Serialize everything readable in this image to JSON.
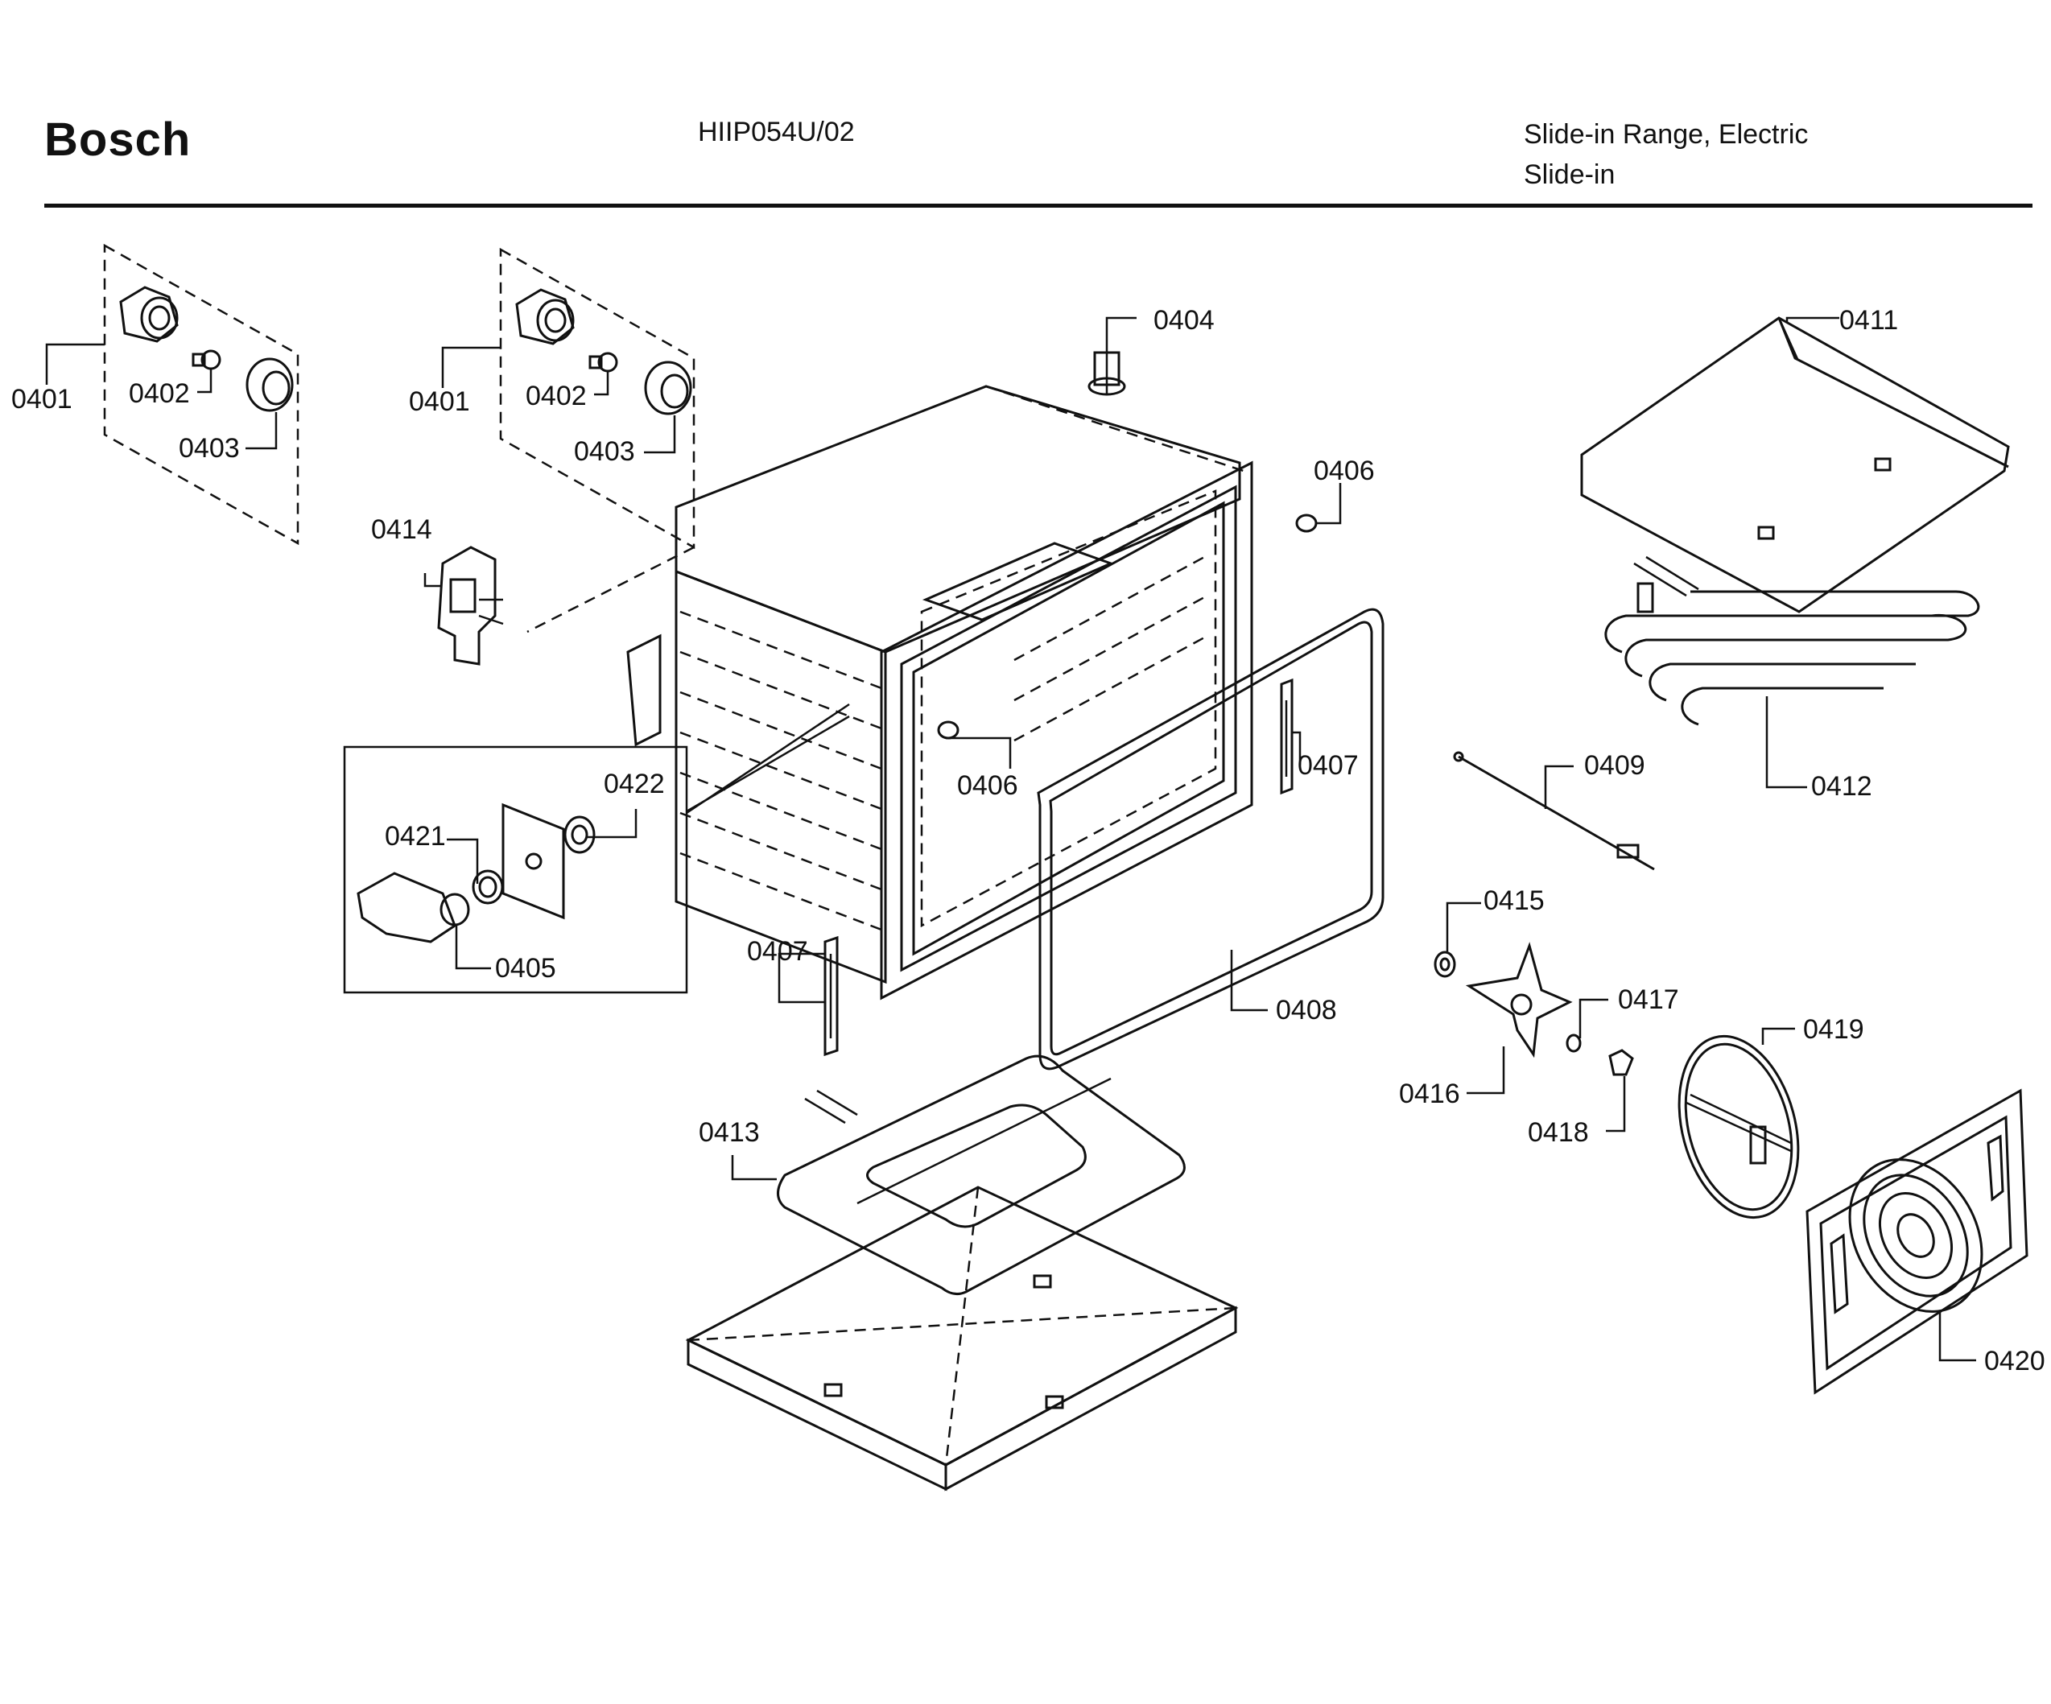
{
  "header": {
    "brand": "Bosch",
    "model": "HIIP054U/02",
    "description_line1": "Slide-in Range, Electric",
    "description_line2": "Slide-in"
  },
  "callouts": [
    {
      "id": "c0401a",
      "label": "0401"
    },
    {
      "id": "c0402a",
      "label": "0402"
    },
    {
      "id": "c0403a",
      "label": "0403"
    },
    {
      "id": "c0401b",
      "label": "0401"
    },
    {
      "id": "c0402b",
      "label": "0402"
    },
    {
      "id": "c0403b",
      "label": "0403"
    },
    {
      "id": "c0404",
      "label": "0404"
    },
    {
      "id": "c0406a",
      "label": "0406"
    },
    {
      "id": "c0414",
      "label": "0414"
    },
    {
      "id": "c0411",
      "label": "0411"
    },
    {
      "id": "c0412",
      "label": "0412"
    },
    {
      "id": "c0422",
      "label": "0422"
    },
    {
      "id": "c0421",
      "label": "0421"
    },
    {
      "id": "c0405",
      "label": "0405"
    },
    {
      "id": "c0406b",
      "label": "0406"
    },
    {
      "id": "c0407a",
      "label": "0407"
    },
    {
      "id": "c0407b",
      "label": "0407"
    },
    {
      "id": "c0409",
      "label": "0409"
    },
    {
      "id": "c0408",
      "label": "0408"
    },
    {
      "id": "c0415",
      "label": "0415"
    },
    {
      "id": "c0416",
      "label": "0416"
    },
    {
      "id": "c0417",
      "label": "0417"
    },
    {
      "id": "c0418",
      "label": "0418"
    },
    {
      "id": "c0419",
      "label": "0419"
    },
    {
      "id": "c0413",
      "label": "0413"
    },
    {
      "id": "c0420",
      "label": "0420"
    }
  ]
}
